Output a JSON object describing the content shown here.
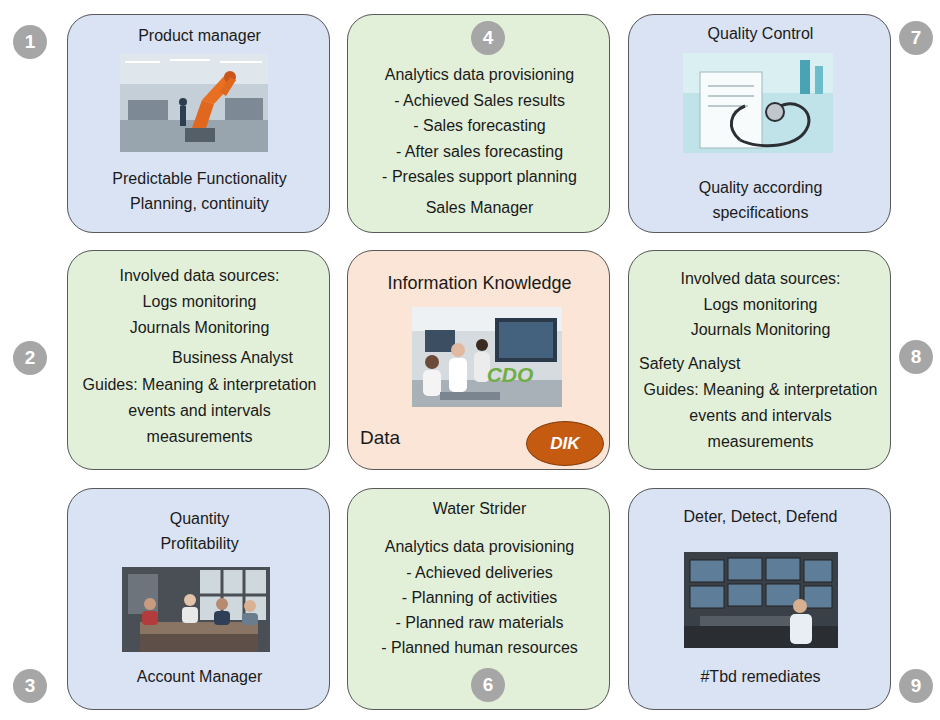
{
  "diagram": {
    "nodes": [
      {
        "text": [
          "Product manager",
          "Predictable Functionality",
          "Planning, continuity"
        ]
      },
      {
        "text": [
          "Analytics data provisioning",
          "- Achieved Sales results",
          "- Sales forecasting",
          "- After sales forecasting",
          "- Presales support planning",
          "Sales Manager"
        ]
      },
      {
        "text": [
          "Quality Control",
          "Quality according",
          "specifications"
        ]
      },
      {
        "text": [
          "Involved data sources:",
          "Logs monitoring",
          "Journals Monitoring",
          "Business Analyst",
          "Guides: Meaning & interpretation events and intervals measurements"
        ]
      },
      {
        "text": [
          "Information Knowledge",
          "Data"
        ]
      },
      {
        "text": [
          "DIK"
        ],
        "in": 4
      },
      {
        "text": [
          "Involved data sources:",
          "Logs monitoring",
          "Journals Monitoring",
          "Safety Analyst",
          "Guides: Meaning & interpretation events and intervals measurements"
        ]
      },
      {
        "text": [
          "Quantity",
          "Profitability",
          "Account Manager"
        ]
      },
      {
        "text": [
          "Water Strider",
          "Analytics data provisioning",
          "-  Achieved deliveries",
          "- Planning of activities",
          "- Planned raw materials",
          "- Planned human resources"
        ]
      },
      {
        "text": [
          "Deter, Detect, Defend",
          "#Tbd remediates"
        ]
      }
    ],
    "labels": [
      "1",
      "4",
      "7",
      "2",
      "CDO",
      "8",
      "3",
      "6",
      "9"
    ]
  }
}
